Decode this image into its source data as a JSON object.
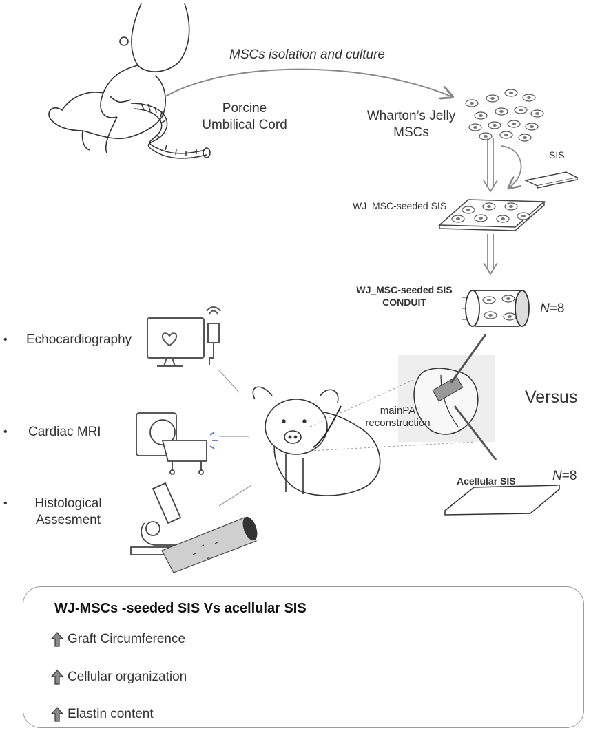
{
  "diagram": {
    "isolation_label": "MSCs isolation and culture",
    "source_label_line1": "Porcine",
    "source_label_line2": "Umbilical Cord",
    "cells_label_line1": "Wharton’s Jelly",
    "cells_label_line2": "MSCs",
    "sis_label": "SIS",
    "seeded_sis_label": "WJ_MSC-seeded SIS",
    "conduit_label_line1": "WJ_MSC-seeded SIS",
    "conduit_label_line2": "CONDUIT",
    "conduit_n_symbol": "N",
    "conduit_n_value": "=8",
    "versus_label": "Versus",
    "procedure_label_line1": "mainPA",
    "procedure_label_line2": "reconstruction",
    "acellular_label": "Acellular SIS",
    "acellular_n_symbol": "N",
    "acellular_n_value": "=8"
  },
  "assessments": [
    {
      "bullet": "•",
      "line1": "Echocardiography",
      "line2": ""
    },
    {
      "bullet": "•",
      "line1": "Cardiac MRI",
      "line2": ""
    },
    {
      "bullet": "•",
      "line1": "Histological",
      "line2": "Assesment"
    }
  ],
  "summary": {
    "title": "WJ-MSCs -seeded SIS Vs acellular SIS",
    "findings": [
      {
        "icon": "up-arrow-icon",
        "text": "Graft Circumference"
      },
      {
        "icon": "up-arrow-icon",
        "text": "Cellular organization"
      },
      {
        "icon": "up-arrow-icon",
        "text": "Elastin content"
      }
    ]
  },
  "colors": {
    "line": "#555555",
    "arrow_grey": "#8a8a8a",
    "heart_box": "#eeeeee"
  }
}
